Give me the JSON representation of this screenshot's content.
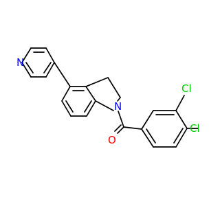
{
  "molecule": {
    "atoms": {
      "n_pyridine": {
        "symbol": "N",
        "color": "#0000ff"
      },
      "n_indoline": {
        "symbol": "N",
        "color": "#0000ff"
      },
      "o_carbonyl": {
        "symbol": "O",
        "color": "#ff0000"
      },
      "cl_meta": {
        "symbol": "Cl",
        "color": "#00cc00"
      },
      "cl_para": {
        "symbol": "Cl",
        "color": "#00cc00"
      }
    }
  }
}
